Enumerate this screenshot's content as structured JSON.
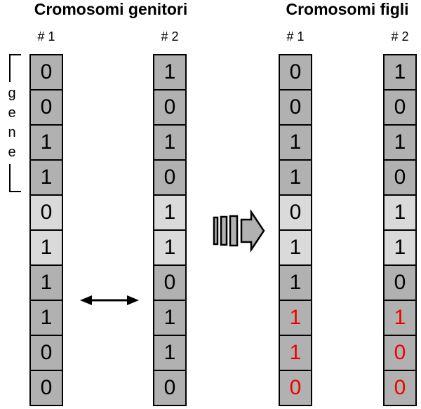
{
  "diagram": {
    "titles": {
      "parents": "Cromosomi genitori",
      "children": "Cromosomi figli"
    },
    "gene_bracket": {
      "letters": [
        "g",
        "e",
        "n",
        "e"
      ]
    },
    "columns": [
      {
        "header": "# 1",
        "role": "parent",
        "cells": [
          {
            "value": "0",
            "shade": "dark",
            "color": "black"
          },
          {
            "value": "0",
            "shade": "dark",
            "color": "black"
          },
          {
            "value": "1",
            "shade": "dark",
            "color": "black"
          },
          {
            "value": "1",
            "shade": "dark",
            "color": "black"
          },
          {
            "value": "0",
            "shade": "light",
            "color": "black"
          },
          {
            "value": "1",
            "shade": "light",
            "color": "black"
          },
          {
            "value": "1",
            "shade": "dark",
            "color": "black"
          },
          {
            "value": "1",
            "shade": "dark",
            "color": "black"
          },
          {
            "value": "0",
            "shade": "dark",
            "color": "black"
          },
          {
            "value": "0",
            "shade": "dark",
            "color": "black"
          }
        ]
      },
      {
        "header": "# 2",
        "role": "parent",
        "cells": [
          {
            "value": "1",
            "shade": "dark",
            "color": "black"
          },
          {
            "value": "0",
            "shade": "dark",
            "color": "black"
          },
          {
            "value": "1",
            "shade": "dark",
            "color": "black"
          },
          {
            "value": "0",
            "shade": "dark",
            "color": "black"
          },
          {
            "value": "1",
            "shade": "light",
            "color": "black"
          },
          {
            "value": "1",
            "shade": "light",
            "color": "black"
          },
          {
            "value": "0",
            "shade": "dark",
            "color": "black"
          },
          {
            "value": "1",
            "shade": "dark",
            "color": "black"
          },
          {
            "value": "1",
            "shade": "dark",
            "color": "black"
          },
          {
            "value": "0",
            "shade": "dark",
            "color": "black"
          }
        ]
      },
      {
        "header": "# 1",
        "role": "child",
        "cells": [
          {
            "value": "0",
            "shade": "dark",
            "color": "black"
          },
          {
            "value": "0",
            "shade": "dark",
            "color": "black"
          },
          {
            "value": "1",
            "shade": "dark",
            "color": "black"
          },
          {
            "value": "1",
            "shade": "dark",
            "color": "black"
          },
          {
            "value": "0",
            "shade": "light",
            "color": "black"
          },
          {
            "value": "1",
            "shade": "light",
            "color": "black"
          },
          {
            "value": "1",
            "shade": "dark",
            "color": "black"
          },
          {
            "value": "1",
            "shade": "dark",
            "color": "red"
          },
          {
            "value": "1",
            "shade": "dark",
            "color": "red"
          },
          {
            "value": "0",
            "shade": "dark",
            "color": "red"
          }
        ]
      },
      {
        "header": "# 2",
        "role": "child",
        "cells": [
          {
            "value": "1",
            "shade": "dark",
            "color": "black"
          },
          {
            "value": "0",
            "shade": "dark",
            "color": "black"
          },
          {
            "value": "1",
            "shade": "dark",
            "color": "black"
          },
          {
            "value": "0",
            "shade": "dark",
            "color": "black"
          },
          {
            "value": "1",
            "shade": "light",
            "color": "black"
          },
          {
            "value": "1",
            "shade": "light",
            "color": "black"
          },
          {
            "value": "0",
            "shade": "dark",
            "color": "black"
          },
          {
            "value": "1",
            "shade": "dark",
            "color": "red"
          },
          {
            "value": "0",
            "shade": "dark",
            "color": "red"
          },
          {
            "value": "0",
            "shade": "dark",
            "color": "red"
          }
        ]
      }
    ],
    "icons": {
      "exchange_arrow": "double-headed-horizontal-arrow",
      "crossover_arrow": "striped-block-arrow-right"
    },
    "colors": {
      "cell_dark": "#b1b1b1",
      "cell_light": "#dadada",
      "cell_border": "#000000",
      "mutated_text": "#ee0000",
      "text": "#000000",
      "arrow_fill": "#b1b1b1",
      "arrow_stroke": "#000000"
    }
  }
}
